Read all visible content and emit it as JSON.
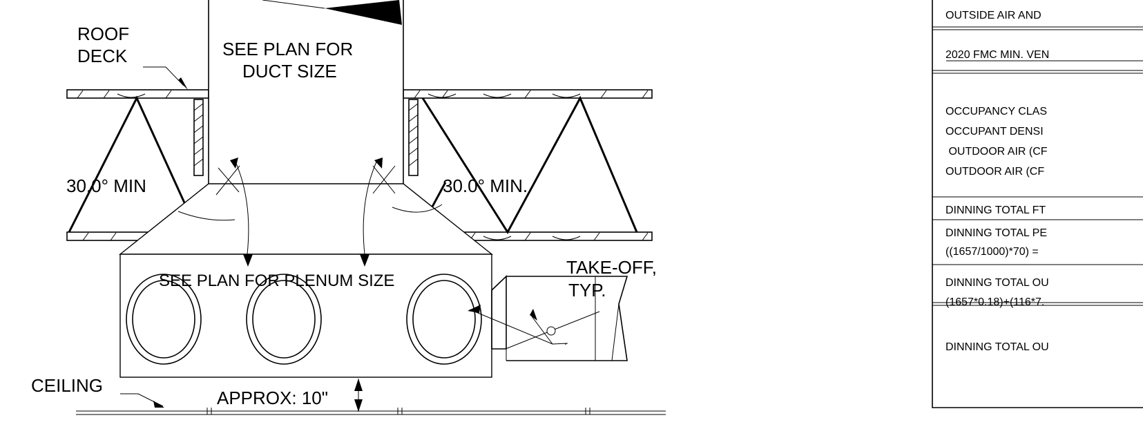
{
  "detail": {
    "labels": {
      "roof_deck_line1": "ROOF",
      "roof_deck_line2": "DECK",
      "duct_size_line1": "SEE PLAN FOR",
      "duct_size_line2": "DUCT SIZE",
      "angle_left": "30.0° MIN",
      "angle_right": "30.0° MIN.",
      "plenum_size": "SEE PLAN FOR PLENUM SIZE",
      "takeoff_line1": "TAKE-OFF,",
      "takeoff_line2": "TYP.",
      "ceiling": "CEILING",
      "clearance": "APPROX: 10\""
    }
  },
  "table": {
    "rows": [
      "OUTSIDE AIR AND",
      "2020 FMC MIN. VEN",
      "OCCUPANCY CLAS",
      "OCCUPANT DENSI",
      " OUTDOOR AIR (CF",
      "OUTDOOR AIR (CF",
      "DINNING TOTAL FT",
      "DINNING TOTAL PE",
      "((1657/1000)*70) =",
      "DINNING TOTAL OU",
      "(1657*0.18)+(116*7.",
      "DINNING TOTAL OU"
    ]
  }
}
